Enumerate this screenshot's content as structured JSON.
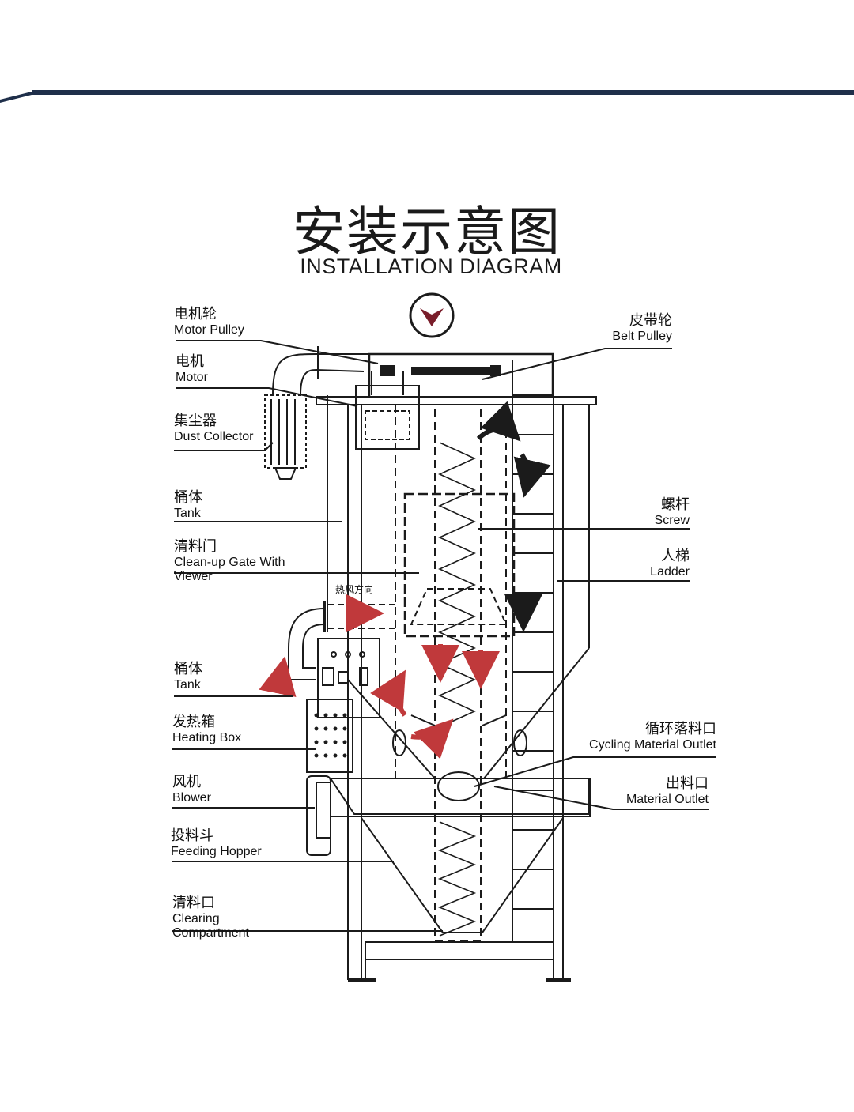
{
  "header": {
    "title_cn": "安装示意图",
    "title_en": "INSTALLATION DIAGRAM"
  },
  "colors": {
    "accent_arrow": "#c0393b",
    "line": "#1b1b1b",
    "top_bar": "#1f2f4a",
    "badge": "#7a1e2b"
  },
  "labels": {
    "motor_pulley": {
      "cn": "电机轮",
      "en": "Motor Pulley"
    },
    "motor": {
      "cn": "电机",
      "en": "Motor"
    },
    "dust_collector": {
      "cn": "集尘器",
      "en": "Dust Collector"
    },
    "tank_upper": {
      "cn": "桶体",
      "en": "Tank"
    },
    "cleanup_gate": {
      "cn": "清料门",
      "en": "Clean-up Gate With",
      "en2": "Viewer"
    },
    "tank_lower": {
      "cn": "桶体",
      "en": "Tank"
    },
    "heating_box": {
      "cn": "发热箱",
      "en": "Heating Box"
    },
    "blower": {
      "cn": "风机",
      "en": "Blower"
    },
    "feeding_hopper": {
      "cn": "投料斗",
      "en": "Feeding Hopper"
    },
    "clearing": {
      "cn": "清料口",
      "en": "Clearing",
      "en2": "Compartment"
    },
    "belt_pulley": {
      "cn": "皮带轮",
      "en": "Belt Pulley"
    },
    "screw": {
      "cn": "螺杆",
      "en": "Screw"
    },
    "ladder": {
      "cn": "人梯",
      "en": "Ladder"
    },
    "cycling_outlet": {
      "cn": "循环落料口",
      "en": "Cycling Material Outlet"
    },
    "material_outlet": {
      "cn": "出料口",
      "en": "Material Outlet"
    },
    "hot_air_direction": {
      "cn": "热风方向"
    }
  }
}
